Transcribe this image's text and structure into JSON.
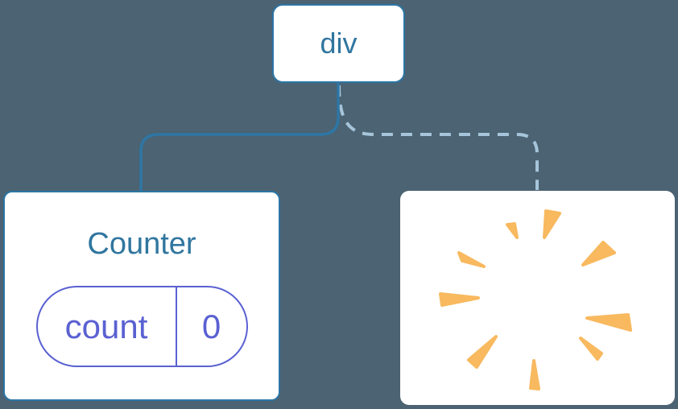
{
  "diagram": {
    "root_node": {
      "label": "div"
    },
    "counter_card": {
      "title": "Counter",
      "state": {
        "name": "count",
        "value": "0"
      }
    },
    "removed_card": {
      "icon": "poof-burst-icon"
    }
  },
  "colors": {
    "page-bg": "#4B6372",
    "card-bg": "#FFFFFF",
    "node-border": "#2B76A6",
    "node-text": "#30769F",
    "edge-solid": "#2E76A4",
    "edge-dashed": "#A7C5DA",
    "state-accent": "#5A61D2",
    "poof-orange": "#F8B95F"
  }
}
